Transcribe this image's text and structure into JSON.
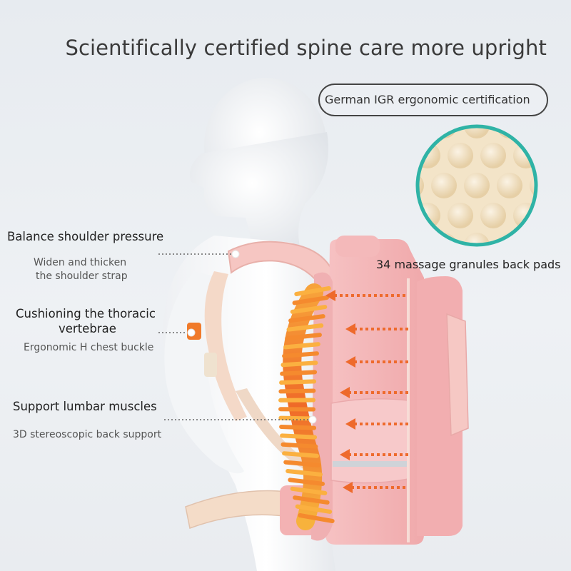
{
  "title": "Scientifically certified spine care more upright",
  "certification": "German IGR ergonomic certification",
  "features": [
    {
      "heading": "Balance shoulder pressure",
      "detail_line1": "Widen and thicken",
      "detail_line2": "the shoulder strap"
    },
    {
      "heading_line1": "Cushioning the thoracic",
      "heading_line2": "vertebrae",
      "detail": "Ergonomic H chest buckle"
    },
    {
      "heading": "Support lumbar muscles",
      "detail": "3D stereoscopic back support"
    }
  ],
  "massage_label": "34 massage granules back pads",
  "colors": {
    "backpack_pink": "#f4b6b8",
    "spine_orange": "#f07a2a",
    "arrow_orange": "#ee6a2c",
    "pad_teal": "#2fb3a6",
    "pad_cream": "#f3e4c8"
  },
  "icons": {
    "arrow": "arrow-left-icon",
    "marker": "dot-marker-icon"
  }
}
